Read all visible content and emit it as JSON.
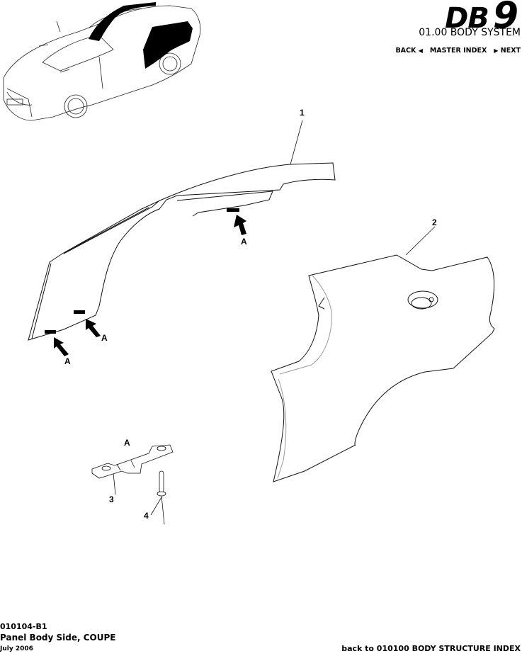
{
  "header": {
    "logo_text_db": "DB",
    "logo_text_nine": "9",
    "system_title": "01.00 BODY SYSTEM",
    "nav": {
      "back_label": "BACK",
      "back_icon": "triangle-left-icon",
      "master_index_label": "MASTER INDEX",
      "next_icon": "triangle-right-icon",
      "next_label": "NEXT"
    }
  },
  "diagram": {
    "thumbnail": "car-overview-with-rear-body-side-highlighted",
    "callouts": [
      {
        "id": "1",
        "label": "1",
        "part": "Panel body side outer (upper)"
      },
      {
        "id": "2",
        "label": "2",
        "part": "Panel body side (rear quarter)"
      },
      {
        "id": "3",
        "label": "3",
        "part": "Bracket"
      },
      {
        "id": "4",
        "label": "4",
        "part": "Rivet"
      }
    ],
    "detail_labels": [
      "A",
      "A",
      "A",
      "A"
    ],
    "detail_title": "A"
  },
  "footer": {
    "code": "010104-B1",
    "name": "Panel Body Side, COUPE",
    "date": "July 2006",
    "back_link": "back to 010100 BODY STRUCTURE INDEX"
  }
}
